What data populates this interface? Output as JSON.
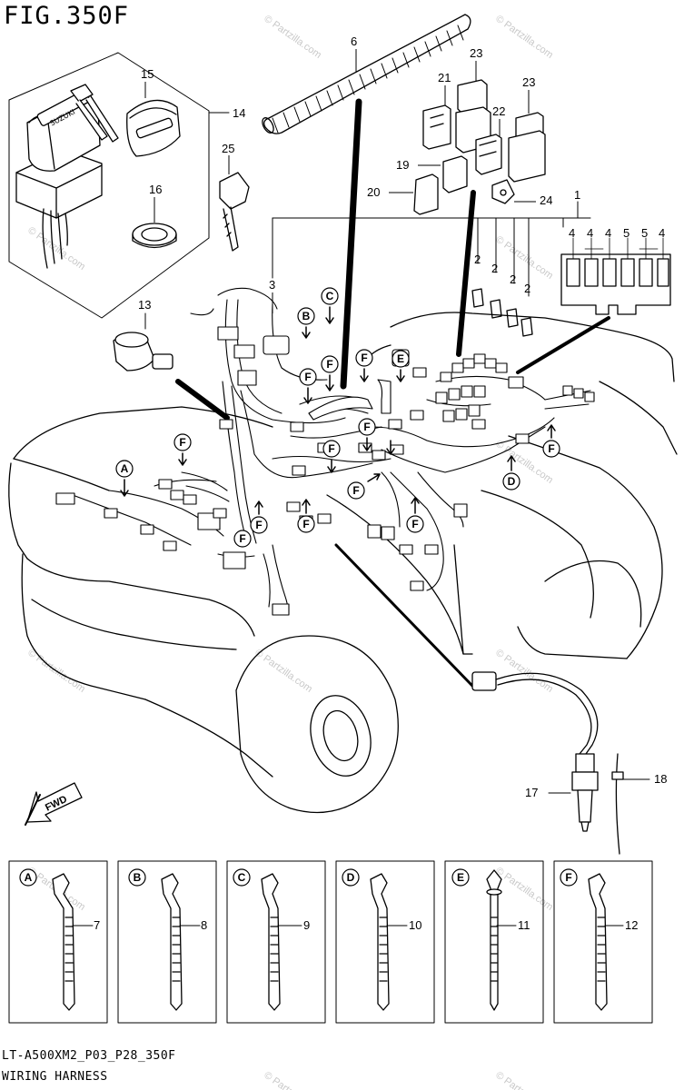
{
  "figure": {
    "title": "FIG.350F",
    "drawing_code": "LT-A500XM2_P03_P28_350F",
    "name": "WIRING HARNESS",
    "direction_label": "FWD",
    "watermark": "© Partzilla.com"
  },
  "callouts": [
    "1",
    "2",
    "3",
    "4",
    "5",
    "6",
    "7",
    "8",
    "9",
    "10",
    "11",
    "12",
    "13",
    "14",
    "15",
    "16",
    "17",
    "18",
    "19",
    "20",
    "21",
    "22",
    "23",
    "24",
    "25"
  ],
  "detail_letters": [
    "A",
    "B",
    "C",
    "D",
    "E",
    "F"
  ],
  "detail_panels": [
    {
      "letter": "A",
      "part": "7"
    },
    {
      "letter": "B",
      "part": "8"
    },
    {
      "letter": "C",
      "part": "9"
    },
    {
      "letter": "D",
      "part": "10"
    },
    {
      "letter": "E",
      "part": "11"
    },
    {
      "letter": "F",
      "part": "12"
    }
  ],
  "fuse_box_labels": [
    "4",
    "4",
    "4",
    "5",
    "5",
    "4"
  ],
  "keyswitch_brand": "SUZUKI"
}
